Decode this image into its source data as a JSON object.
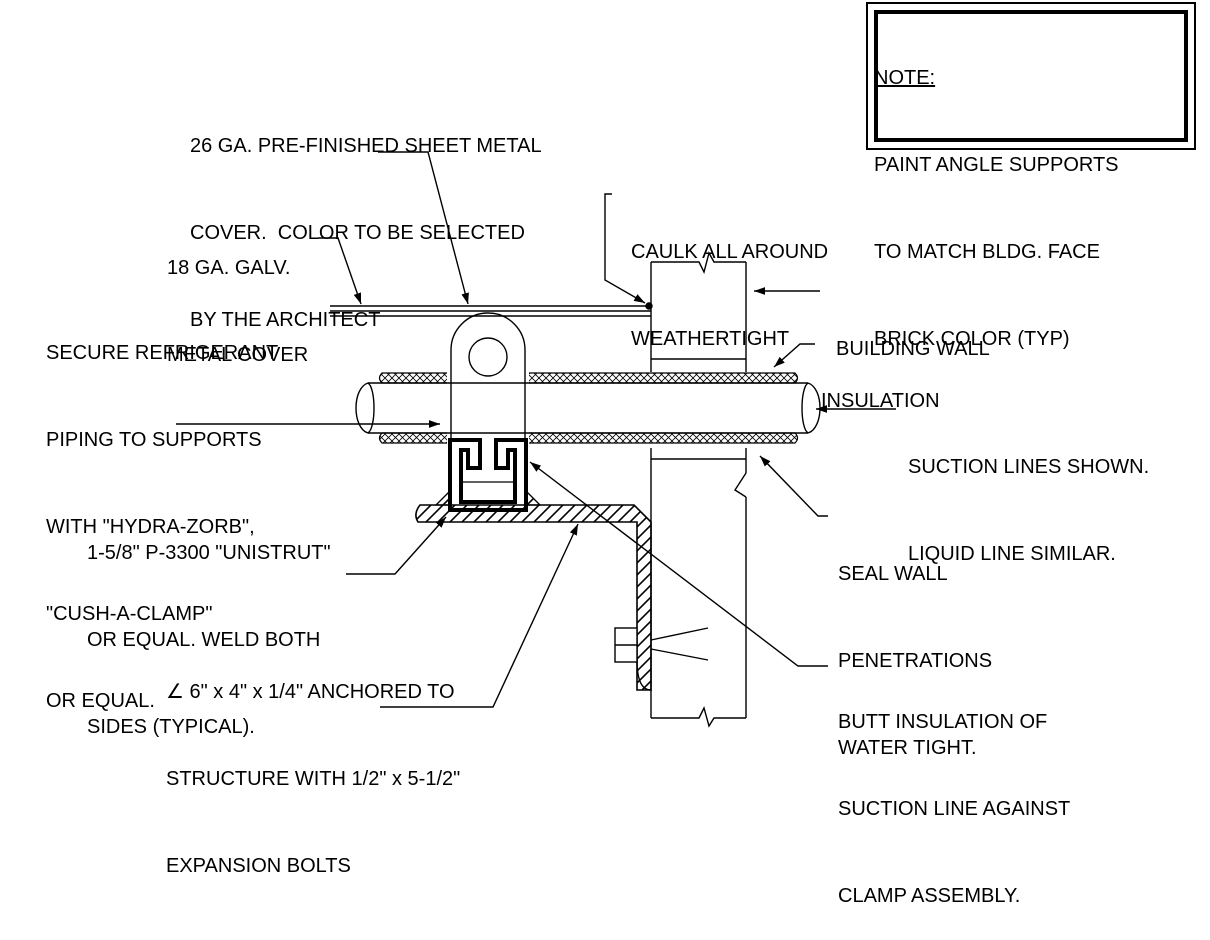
{
  "note": {
    "title": "NOTE:",
    "lines": [
      "PAINT ANGLE SUPPORTS",
      "TO MATCH BLDG. FACE",
      "BRICK COLOR (TYP)"
    ]
  },
  "callouts": {
    "sheet_metal_cover": [
      "26 GA. PRE-FINISHED SHEET METAL",
      "COVER.  COLOR TO BE SELECTED",
      "BY THE ARCHITECT"
    ],
    "galv_cover": [
      "18 GA. GALV.",
      "METAL COVER"
    ],
    "secure_piping": [
      "SECURE REFRIGERANT",
      "PIPING TO SUPPORTS",
      "WITH \"HYDRA-ZORB\",",
      "\"CUSH-A-CLAMP\"",
      "OR EQUAL."
    ],
    "unistrut": [
      "1-5/8\" P-3300 \"UNISTRUT\"",
      "OR EQUAL. WELD BOTH",
      "SIDES (TYPICAL)."
    ],
    "angle": [
      "∠ 6\" x 4\" x 1/4\" ANCHORED TO",
      "STRUCTURE WITH 1/2\" x 5-1/2\"",
      "EXPANSION BOLTS"
    ],
    "caulk": [
      "CAULK ALL AROUND",
      "WEATHERTIGHT"
    ],
    "building_wall": [
      "BUILDING WALL"
    ],
    "insulation": [
      "INSULATION"
    ],
    "suction_lines": [
      "SUCTION LINES SHOWN.",
      "LIQUID LINE SIMILAR."
    ],
    "seal_wall": [
      "SEAL WALL",
      "PENETRATIONS",
      "WATER TIGHT."
    ],
    "butt_insulation": [
      "BUTT INSULATION OF",
      "SUCTION LINE AGAINST",
      "CLAMP ASSEMBLY."
    ]
  },
  "colors": {
    "ink": "#000000",
    "background": "#ffffff"
  }
}
